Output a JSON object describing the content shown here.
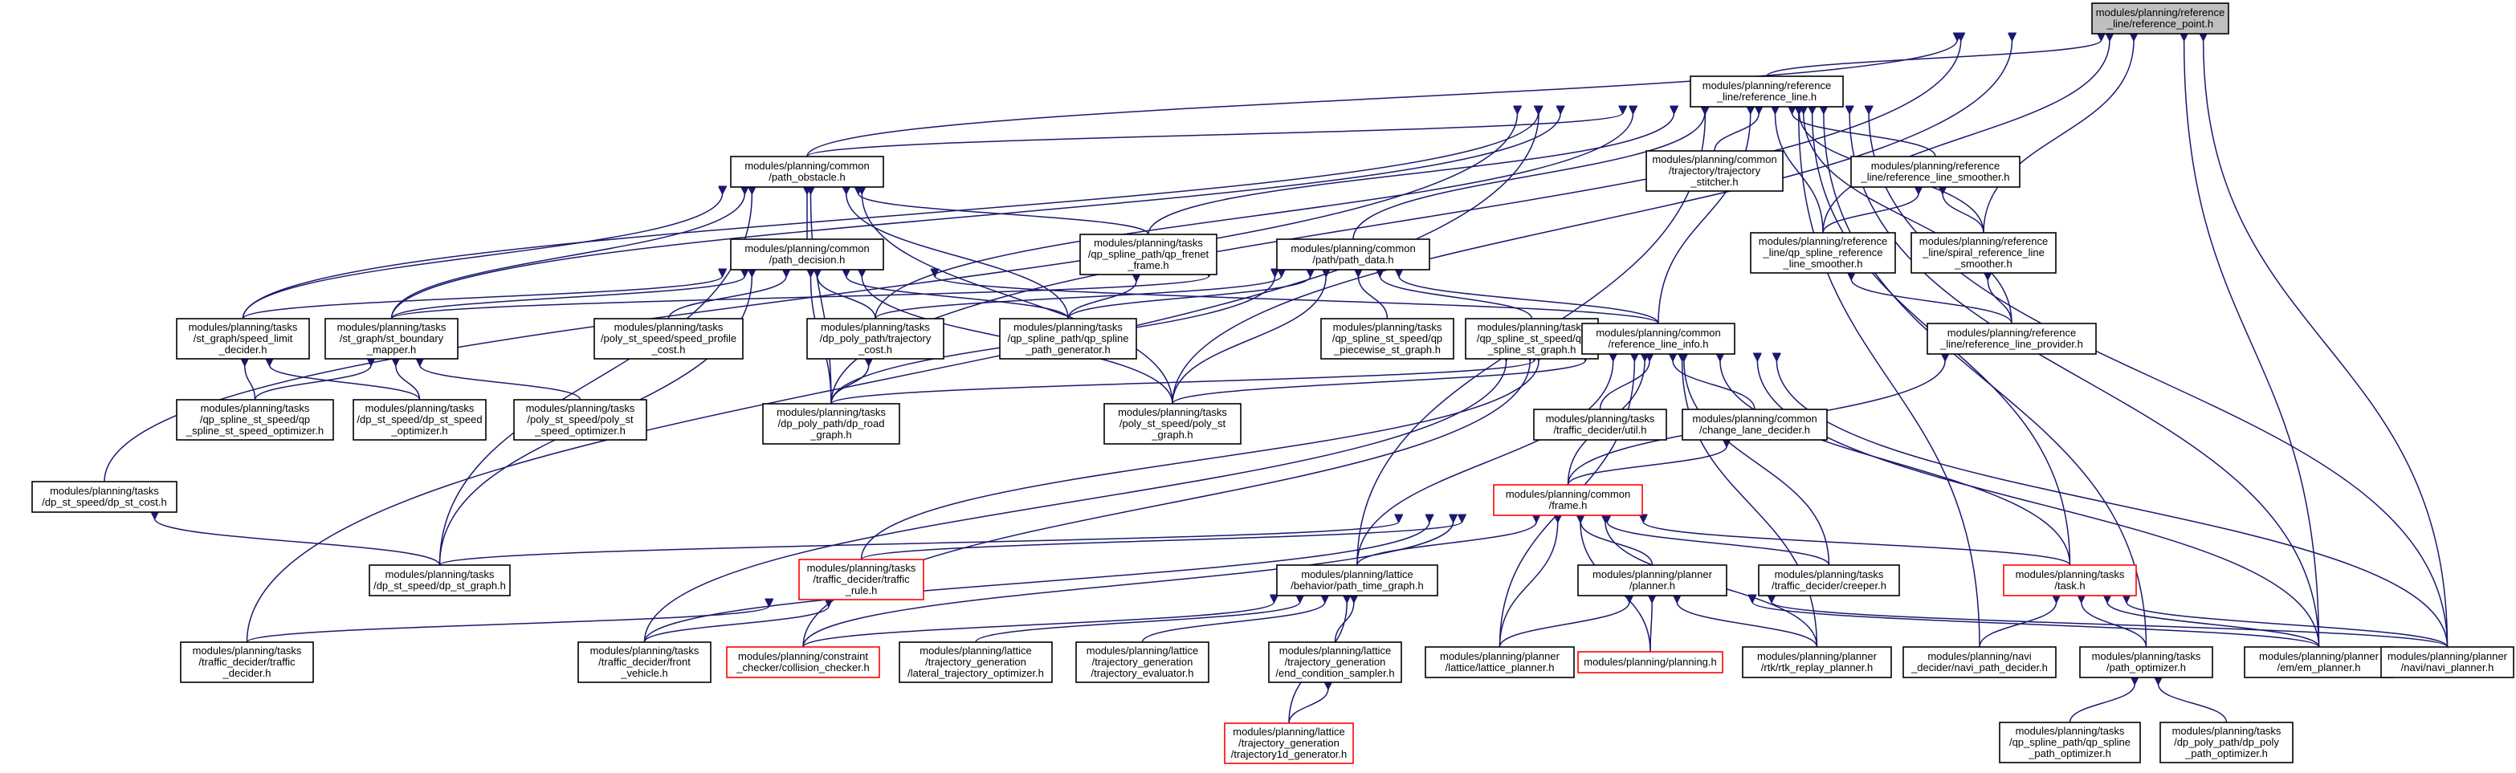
{
  "colors": {
    "edge": "#191970",
    "node_border": "#000000",
    "node_border_unresolved": "#ff0000",
    "root_fill": "#bfbfbf"
  },
  "nodes": [
    {
      "id": "reference_point",
      "lines": [
        "modules/planning/reference",
        "_line/reference_point.h"
      ],
      "root": true
    },
    {
      "id": "reference_line",
      "lines": [
        "modules/planning/reference",
        "_line/reference_line.h"
      ]
    },
    {
      "id": "path_obstacle",
      "lines": [
        "modules/planning/common",
        "/path_obstacle.h"
      ]
    },
    {
      "id": "trajectory_stitcher",
      "lines": [
        "modules/planning/common",
        "/trajectory/trajectory",
        "_stitcher.h"
      ]
    },
    {
      "id": "reference_line_smoother",
      "lines": [
        "modules/planning/reference",
        "_line/reference_line_smoother.h"
      ]
    },
    {
      "id": "path_decision",
      "lines": [
        "modules/planning/common",
        "/path_decision.h"
      ]
    },
    {
      "id": "qp_frenet_frame",
      "lines": [
        "modules/planning/tasks",
        "/qp_spline_path/qp_frenet",
        "_frame.h"
      ]
    },
    {
      "id": "path_data",
      "lines": [
        "modules/planning/common",
        "/path/path_data.h"
      ]
    },
    {
      "id": "qp_spline_reference_line_smoother",
      "lines": [
        "modules/planning/reference",
        "_line/qp_spline_reference",
        "_line_smoother.h"
      ]
    },
    {
      "id": "spiral_reference_line_smoother",
      "lines": [
        "modules/planning/reference",
        "_line/spiral_reference_line",
        "_smoother.h"
      ]
    },
    {
      "id": "speed_limit_decider",
      "lines": [
        "modules/planning/tasks",
        "/st_graph/speed_limit",
        "_decider.h"
      ]
    },
    {
      "id": "st_boundary_mapper",
      "lines": [
        "modules/planning/tasks",
        "/st_graph/st_boundary",
        "_mapper.h"
      ]
    },
    {
      "id": "speed_profile_cost",
      "lines": [
        "modules/planning/tasks",
        "/poly_st_speed/speed_profile",
        "_cost.h"
      ]
    },
    {
      "id": "trajectory_cost",
      "lines": [
        "modules/planning/tasks",
        "/dp_poly_path/trajectory",
        "_cost.h"
      ]
    },
    {
      "id": "qp_spline_path_generator",
      "lines": [
        "modules/planning/tasks",
        "/qp_spline_path/qp_spline",
        "_path_generator.h"
      ]
    },
    {
      "id": "qp_piecewise_st_graph",
      "lines": [
        "modules/planning/tasks",
        "/qp_spline_st_speed/qp",
        "_piecewise_st_graph.h"
      ]
    },
    {
      "id": "qp_spline_st_graph",
      "lines": [
        "modules/planning/tasks",
        "/qp_spline_st_speed/qp",
        "_spline_st_graph.h"
      ]
    },
    {
      "id": "reference_line_info",
      "lines": [
        "modules/planning/common",
        "/reference_line_info.h"
      ]
    },
    {
      "id": "reference_line_provider",
      "lines": [
        "modules/planning/reference",
        "_line/reference_line_provider.h"
      ]
    },
    {
      "id": "qp_spline_st_speed_optimizer",
      "lines": [
        "modules/planning/tasks",
        "/qp_spline_st_speed/qp",
        "_spline_st_speed_optimizer.h"
      ]
    },
    {
      "id": "dp_st_speed_optimizer",
      "lines": [
        "modules/planning/tasks",
        "/dp_st_speed/dp_st_speed",
        "_optimizer.h"
      ]
    },
    {
      "id": "poly_st_speed_optimizer",
      "lines": [
        "modules/planning/tasks",
        "/poly_st_speed/poly_st",
        "_speed_optimizer.h"
      ]
    },
    {
      "id": "dp_road_graph",
      "lines": [
        "modules/planning/tasks",
        "/dp_poly_path/dp_road",
        "_graph.h"
      ]
    },
    {
      "id": "poly_st_graph",
      "lines": [
        "modules/planning/tasks",
        "/poly_st_speed/poly_st",
        "_graph.h"
      ]
    },
    {
      "id": "traffic_decider_util",
      "lines": [
        "modules/planning/tasks",
        "/traffic_decider/util.h"
      ]
    },
    {
      "id": "change_lane_decider",
      "lines": [
        "modules/planning/common",
        "/change_lane_decider.h"
      ]
    },
    {
      "id": "dp_st_cost",
      "lines": [
        "modules/planning/tasks",
        "/dp_st_speed/dp_st_cost.h"
      ]
    },
    {
      "id": "frame",
      "lines": [
        "modules/planning/common",
        "/frame.h"
      ],
      "red": true
    },
    {
      "id": "dp_st_graph",
      "lines": [
        "modules/planning/tasks",
        "/dp_st_speed/dp_st_graph.h"
      ]
    },
    {
      "id": "traffic_rule",
      "lines": [
        "modules/planning/tasks",
        "/traffic_decider/traffic",
        "_rule.h"
      ],
      "red": true
    },
    {
      "id": "path_time_graph",
      "lines": [
        "modules/planning/lattice",
        "/behavior/path_time_graph.h"
      ]
    },
    {
      "id": "planner",
      "lines": [
        "modules/planning/planner",
        "/planner.h"
      ]
    },
    {
      "id": "creeper",
      "lines": [
        "modules/planning/tasks",
        "/traffic_decider/creeper.h"
      ]
    },
    {
      "id": "task",
      "lines": [
        "modules/planning/tasks",
        "/task.h"
      ],
      "red": true
    },
    {
      "id": "traffic_decider_traffic_decider",
      "lines": [
        "modules/planning/tasks",
        "/traffic_decider/traffic",
        "_decider.h"
      ]
    },
    {
      "id": "front_vehicle",
      "lines": [
        "modules/planning/tasks",
        "/traffic_decider/front",
        "_vehicle.h"
      ]
    },
    {
      "id": "collision_checker",
      "lines": [
        "modules/planning/constraint",
        "_checker/collision_checker.h"
      ],
      "red": true
    },
    {
      "id": "lateral_trajectory_optimizer",
      "lines": [
        "modules/planning/lattice",
        "/trajectory_generation",
        "/lateral_trajectory_optimizer.h"
      ]
    },
    {
      "id": "trajectory_evaluator",
      "lines": [
        "modules/planning/lattice",
        "/trajectory_generation",
        "/trajectory_evaluator.h"
      ]
    },
    {
      "id": "end_condition_sampler",
      "lines": [
        "modules/planning/lattice",
        "/trajectory_generation",
        "/end_condition_sampler.h"
      ]
    },
    {
      "id": "lattice_planner",
      "lines": [
        "modules/planning/planner",
        "/lattice/lattice_planner.h"
      ]
    },
    {
      "id": "planning",
      "lines": [
        "modules/planning/planning.h"
      ],
      "red": true
    },
    {
      "id": "rtk_replay_planner",
      "lines": [
        "modules/planning/planner",
        "/rtk/rtk_replay_planner.h"
      ]
    },
    {
      "id": "navi_path_decider",
      "lines": [
        "modules/planning/navi",
        "_decider/navi_path_decider.h"
      ]
    },
    {
      "id": "path_optimizer",
      "lines": [
        "modules/planning/tasks",
        "/path_optimizer.h"
      ]
    },
    {
      "id": "em_planner",
      "lines": [
        "modules/planning/planner",
        "/em/em_planner.h"
      ]
    },
    {
      "id": "navi_planner",
      "lines": [
        "modules/planning/planner",
        "/navi/navi_planner.h"
      ]
    },
    {
      "id": "trajectory1d_generator",
      "lines": [
        "modules/planning/lattice",
        "/trajectory_generation",
        "/trajectory1d_generator.h"
      ],
      "red": true
    },
    {
      "id": "qp_spline_path_optimizer",
      "lines": [
        "modules/planning/tasks",
        "/qp_spline_path/qp_spline",
        "_path_optimizer.h"
      ]
    },
    {
      "id": "dp_poly_path_optimizer",
      "lines": [
        "modules/planning/tasks",
        "/dp_poly_path/dp_poly",
        "_path_optimizer.h"
      ]
    }
  ]
}
